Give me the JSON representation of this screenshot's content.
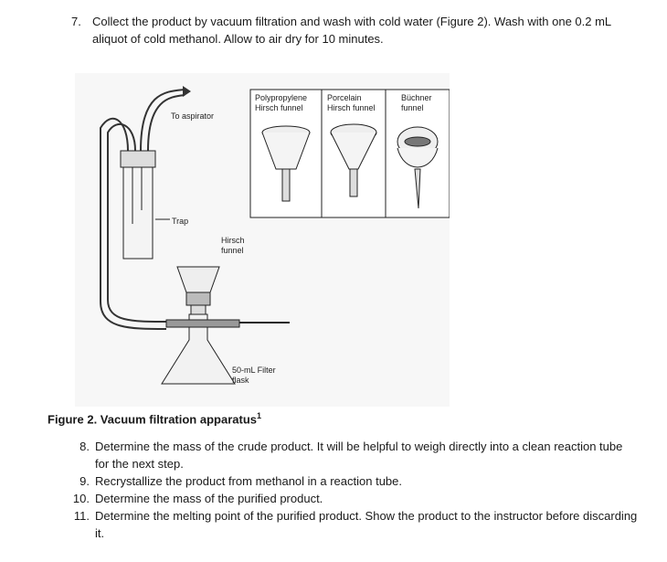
{
  "steps": {
    "s7": {
      "num": "7.",
      "text": "Collect the product by vacuum filtration and wash with cold water (Figure 2). Wash with one 0.2 mL aliquot of cold methanol. Allow to air dry for 10 minutes."
    },
    "s8": {
      "num": "8.",
      "text": "Determine the mass of the crude product. It will be helpful to weigh directly into a clean reaction tube for the next step."
    },
    "s9": {
      "num": "9.",
      "text": "Recrystallize the product from methanol in a reaction tube."
    },
    "s10": {
      "num": "10.",
      "text": "Determine the mass of the purified product."
    },
    "s11": {
      "num": "11.",
      "text": "Determine the melting point of the purified product. Show the product to the instructor before discarding it."
    }
  },
  "figure": {
    "caption": "Figure 2. Vacuum filtration apparatus",
    "caption_sup": "1",
    "labels": {
      "aspirator": "To aspirator",
      "trap": "Trap",
      "hirsch_1": "Hirsch",
      "hirsch_2": "funnel",
      "flask_1": "50-mL Filter",
      "flask_2": "flask",
      "polyprop_1": "Polypropylene",
      "polyprop_2": "Hirsch funnel",
      "porcelain_1": "Porcelain",
      "porcelain_2": "Hirsch funnel",
      "buchner_1": "Büchner",
      "buchner_2": "funnel"
    }
  }
}
